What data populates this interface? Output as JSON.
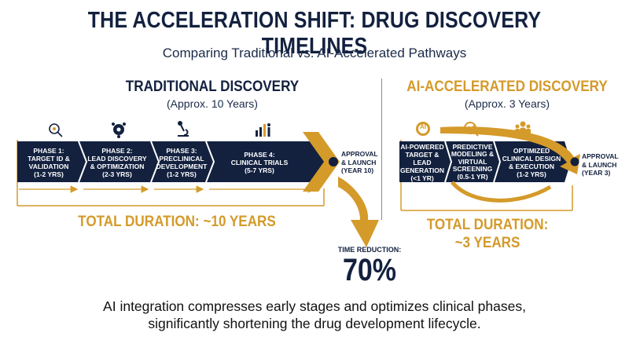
{
  "header": {
    "title": "THE ACCELERATION SHIFT: DRUG DISCOVERY TIMELINES",
    "subtitle": "Comparing Traditional vs. AI-Accelerated Pathways"
  },
  "traditional": {
    "title": "TRADITIONAL DISCOVERY",
    "subtitle": "(Approx. 10 Years)",
    "phases": [
      {
        "l1": "PHASE 1:",
        "l2": "TARGET ID &",
        "l3": "VALIDATION",
        "l4": "(1-2 YRS)"
      },
      {
        "l1": "PHASE 2:",
        "l2": "LEAD DISCOVERY",
        "l3": "& OPTIMIZATION",
        "l4": "(2-3 YRS)"
      },
      {
        "l1": "PHASE 3:",
        "l2": "PRECLINICAL",
        "l3": "DEVELOPMENT",
        "l4": "(1-2 YRS)"
      },
      {
        "l1": "PHASE 4:",
        "l2": "CLINICAL TRIALS",
        "l3": "(5-7 YRS)"
      }
    ],
    "approval": {
      "l1": "APPROVAL",
      "l2": "& LAUNCH",
      "l3": "(YEAR 10)"
    },
    "total": "TOTAL DURATION: ~10 YEARS"
  },
  "ai": {
    "title": "AI-ACCELERATED DISCOVERY",
    "subtitle": "(Approx. 3 Years)",
    "icon_text": "AI",
    "phases": [
      {
        "l1": "AI-POWERED",
        "l2": "TARGET & LEAD",
        "l3": "GENERATION",
        "l4": "(<1 YR)"
      },
      {
        "l1": "PREDICTIVE",
        "l2": "MODELING &",
        "l3": "VIRTUAL",
        "l4": "SCREENING",
        "l5": "(0.5-1 YR)"
      },
      {
        "l1": "OPTIMIZED",
        "l2": "CLINICAL DESIGN",
        "l3": "& EXECUTION",
        "l4": "(1-2 YRS)"
      }
    ],
    "approval": {
      "l1": "APPROVAL",
      "l2": "& LAUNCH",
      "l3": "(YEAR 3)"
    },
    "total_l1": "TOTAL DURATION:",
    "total_l2": "~3 YEARS"
  },
  "reduction": {
    "label": "TIME REDUCTION:",
    "value": "70%"
  },
  "footer": {
    "line1": "AI integration compresses early stages and optimizes clinical phases,",
    "line2": "significantly shortening the drug development lifecycle."
  },
  "colors": {
    "navy": "#13213f",
    "gold": "#d49a2a"
  }
}
